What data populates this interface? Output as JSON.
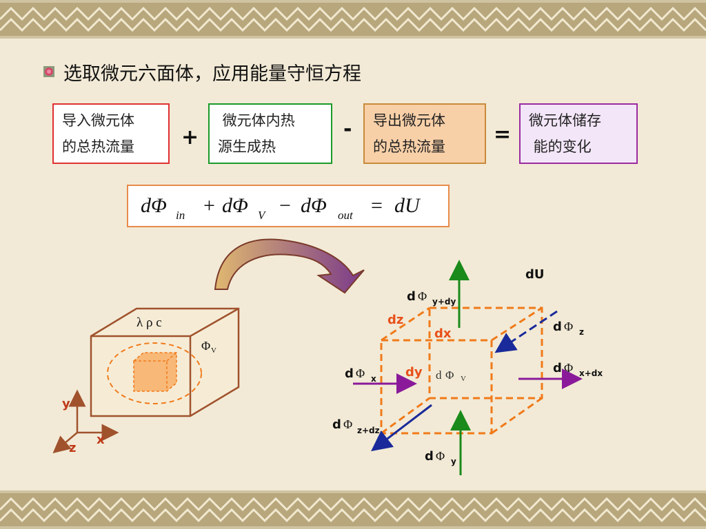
{
  "heading": "选取微元六面体，应用能量守恒方程",
  "boxes": {
    "inflow": "导入微元体\n的总热流量",
    "generation": " 微元体内热\n源生成热",
    "outflow": "导出微元体\n的总热流量",
    "storage": "微元体储存\n 能的变化"
  },
  "operators": {
    "plus": "+",
    "minus": "-",
    "equals": "="
  },
  "equation": {
    "t1": "dΦ",
    "s1": "in",
    "op1": "+",
    "t2": "dΦ",
    "s2": "V",
    "op2": "−",
    "t3": "dΦ",
    "s3": "out",
    "op3": "=",
    "t4": "dU"
  },
  "left_block": {
    "props": "λ   ρ   c",
    "phi": "Φ",
    "phi_sub": "V",
    "axes": {
      "y": "y",
      "x": "x",
      "z": "z"
    }
  },
  "right_cube": {
    "dU": "dU",
    "d": "d",
    "phi": "Φ",
    "flux_y_dy": "y+dy",
    "flux_z": "z",
    "flux_x": "x",
    "flux_x_dx": "x+dx",
    "flux_z_dz": "z+dz",
    "flux_y": "y",
    "center_d": "d",
    "center_phi": "Φ",
    "center_sub": "V",
    "dz": "dz",
    "dx": "dx",
    "dy": "dy"
  },
  "colors": {
    "orange_dash": "#f07a1a",
    "green_arrow": "#1a8a1a",
    "purple_arrow": "#8a1a9a",
    "navy_arrow": "#1a2a9a",
    "block_brown": "#a0522d",
    "accent_label": "#e8501a"
  }
}
